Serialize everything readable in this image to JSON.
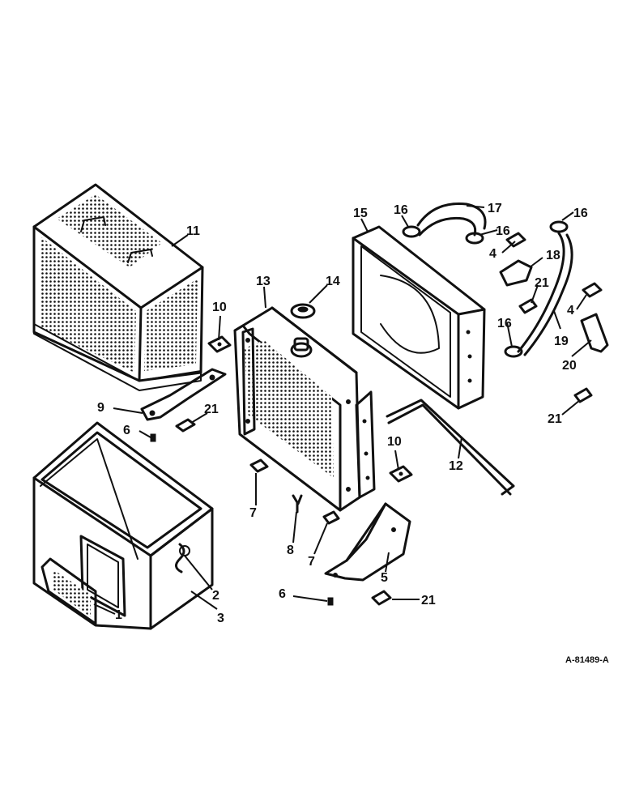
{
  "callouts": [
    {
      "id": "1",
      "label": "1"
    },
    {
      "id": "2",
      "label": "2"
    },
    {
      "id": "3",
      "label": "3"
    },
    {
      "id": "4a",
      "label": "4"
    },
    {
      "id": "4b",
      "label": "4"
    },
    {
      "id": "5",
      "label": "5"
    },
    {
      "id": "6a",
      "label": "6"
    },
    {
      "id": "6b",
      "label": "6"
    },
    {
      "id": "7a",
      "label": "7"
    },
    {
      "id": "7b",
      "label": "7"
    },
    {
      "id": "8",
      "label": "8"
    },
    {
      "id": "9",
      "label": "9"
    },
    {
      "id": "10a",
      "label": "10"
    },
    {
      "id": "10b",
      "label": "10"
    },
    {
      "id": "11",
      "label": "11"
    },
    {
      "id": "12",
      "label": "12"
    },
    {
      "id": "13",
      "label": "13"
    },
    {
      "id": "14",
      "label": "14"
    },
    {
      "id": "15",
      "label": "15"
    },
    {
      "id": "16a",
      "label": "16"
    },
    {
      "id": "16b",
      "label": "16"
    },
    {
      "id": "16c",
      "label": "16"
    },
    {
      "id": "16d",
      "label": "16"
    },
    {
      "id": "17",
      "label": "17"
    },
    {
      "id": "18",
      "label": "18"
    },
    {
      "id": "19",
      "label": "19"
    },
    {
      "id": "20",
      "label": "20"
    },
    {
      "id": "21a",
      "label": "21"
    },
    {
      "id": "21b",
      "label": "21"
    },
    {
      "id": "21c",
      "label": "21"
    },
    {
      "id": "21d",
      "label": "21"
    }
  ],
  "reference_code": "A-81489-A",
  "colors": {
    "ink": "#111111",
    "paper": "#ffffff"
  }
}
